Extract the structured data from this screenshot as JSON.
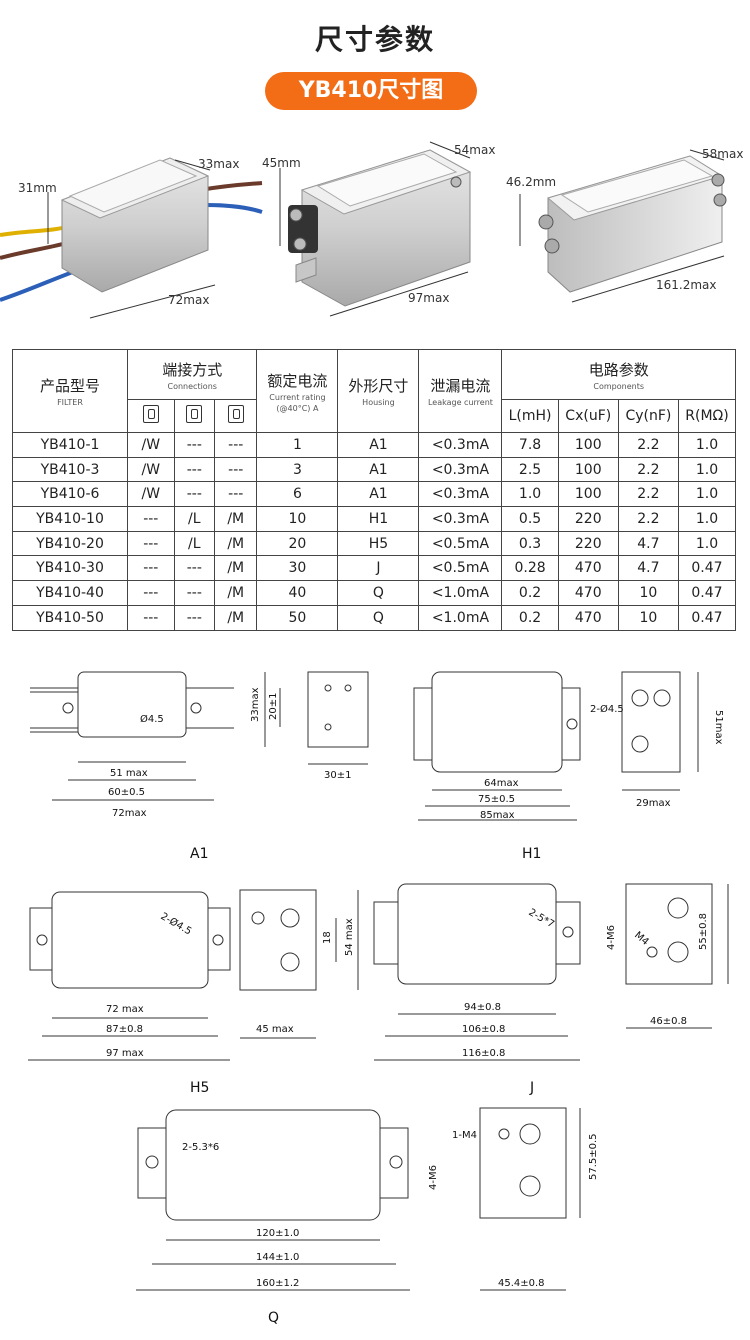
{
  "header": {
    "title": "尺寸参数",
    "pill": "YB410尺寸图"
  },
  "photos": [
    {
      "h": "31mm",
      "w": "33max",
      "l": "72max"
    },
    {
      "h": "45mm",
      "w": "54max",
      "l": "97max"
    },
    {
      "h": "46.2mm",
      "w": "58max",
      "l": "161.2max"
    }
  ],
  "table": {
    "col_model": "产品型号",
    "col_model_en": "FILTER",
    "col_conn": "端接方式",
    "col_conn_en": "Connections",
    "col_current": "额定电流",
    "col_current_en": "Current rating",
    "col_current_en2": "(@40°C)  A",
    "col_housing": "外形尺寸",
    "col_housing_en": "Housing",
    "col_leak": "泄漏电流",
    "col_leak_en": "Leakage current",
    "col_circuit": "电路参数",
    "col_circuit_en": "Components",
    "col_L": "L(mH)",
    "col_Cx": "Cx(uF)",
    "col_Cy": "Cy(nF)",
    "col_R": "R(MΩ)",
    "rows": [
      [
        "YB410-1",
        "/W",
        "---",
        "---",
        "1",
        "A1",
        "<0.3mA",
        "7.8",
        "100",
        "2.2",
        "1.0"
      ],
      [
        "YB410-3",
        "/W",
        "---",
        "---",
        "3",
        "A1",
        "<0.3mA",
        "2.5",
        "100",
        "2.2",
        "1.0"
      ],
      [
        "YB410-6",
        "/W",
        "---",
        "---",
        "6",
        "A1",
        "<0.3mA",
        "1.0",
        "100",
        "2.2",
        "1.0"
      ],
      [
        "YB410-10",
        "---",
        "/L",
        "/M",
        "10",
        "H1",
        "<0.3mA",
        "0.5",
        "220",
        "2.2",
        "1.0"
      ],
      [
        "YB410-20",
        "---",
        "/L",
        "/M",
        "20",
        "H5",
        "<0.5mA",
        "0.3",
        "220",
        "4.7",
        "1.0"
      ],
      [
        "YB410-30",
        "---",
        "---",
        "/M",
        "30",
        "J",
        "<0.5mA",
        "0.28",
        "470",
        "4.7",
        "0.47"
      ],
      [
        "YB410-40",
        "---",
        "---",
        "/M",
        "40",
        "Q",
        "<1.0mA",
        "0.2",
        "470",
        "10",
        "0.47"
      ],
      [
        "YB410-50",
        "---",
        "---",
        "/M",
        "50",
        "Q",
        "<1.0mA",
        "0.2",
        "470",
        "10",
        "0.47"
      ]
    ]
  },
  "drawings": {
    "A1": {
      "label": "A1",
      "hole": "Ø4.5",
      "d1": "51 max",
      "d2": "60±0.5",
      "d3": "72max",
      "side_h": "33max",
      "side_h2": "20±1",
      "side_w": "30±1"
    },
    "H1": {
      "label": "H1",
      "hole": "2-Ø4.5",
      "d1": "64max",
      "d2": "75±0.5",
      "d3": "85max",
      "side_h": "51max",
      "side_w": "29max"
    },
    "H5": {
      "label": "H5",
      "hole": "2-Ø4.5",
      "d1": "72 max",
      "d2": "87±0.8",
      "d3": "97 max",
      "side_h": "54 max",
      "side_h2": "18",
      "side_w": "45 max"
    },
    "J": {
      "label": "J",
      "hole": "2-5*7",
      "thread": "4-M6",
      "d1": "94±0.8",
      "d2": "106±0.8",
      "d3": "116±0.8",
      "side_h": "55±0.8",
      "side_w": "46±0.8",
      "side_m": "M4"
    },
    "Q": {
      "label": "Q",
      "hole": "2-5.3*6",
      "thread": "4-M6",
      "d1": "120±1.0",
      "d2": "144±1.0",
      "d3": "160±1.2",
      "side_h": "57.5±0.5",
      "side_w": "45.4±0.8",
      "side_m": "1-M4"
    }
  }
}
